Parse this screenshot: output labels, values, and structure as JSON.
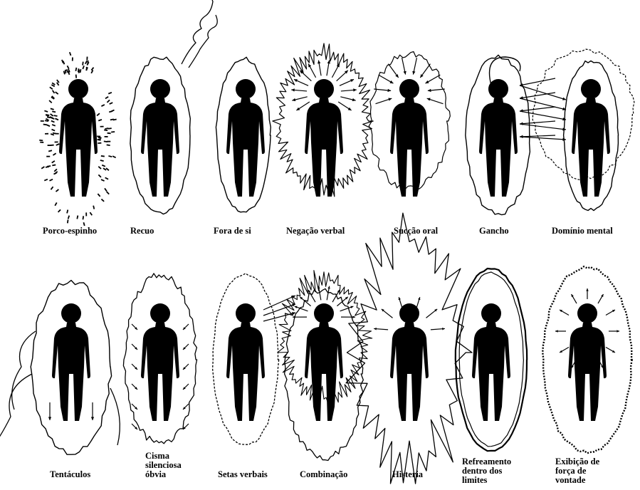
{
  "rows": [
    {
      "figures": [
        {
          "key": "porco-espinho",
          "label": "Porco-espinho",
          "aura": "spikes"
        },
        {
          "key": "recuo",
          "label": "Recuo",
          "aura": "withdrawal"
        },
        {
          "key": "fora-de-si",
          "label": "Fora de si",
          "aura": "offset"
        },
        {
          "key": "negacao-verbal",
          "label": "Negação verbal",
          "aura": "burst"
        },
        {
          "key": "succao-oral",
          "label": "Sucção oral",
          "aura": "suction"
        },
        {
          "key": "gancho",
          "label": "Gancho",
          "aura": "hook"
        },
        {
          "key": "dominio-mental",
          "label": "Domínio mental",
          "aura": "mental"
        }
      ]
    },
    {
      "figures": [
        {
          "key": "tentaculos",
          "label": "Tentáculos",
          "aura": "tentacles"
        },
        {
          "key": "cisma-silenciosa-obvia",
          "label": "Cisma\nsilenciosa\nóbvia",
          "aura": "schism"
        },
        {
          "key": "setas-verbais",
          "label": "Setas verbais",
          "aura": "arrows"
        },
        {
          "key": "combinacao",
          "label": "Combinação",
          "aura": "combination"
        },
        {
          "key": "histeria",
          "label": "Histeria",
          "aura": "hysteria"
        },
        {
          "key": "refreamento-dentro-dos-limites",
          "label": "Refreamento\ndentro dos\nlimites",
          "aura": "restraint"
        },
        {
          "key": "exibicao-de-forca-de-vontade",
          "label": "Exibição de\nforça de\nvontade",
          "aura": "willpower"
        }
      ]
    }
  ],
  "colors": {
    "ink": "#000000",
    "paper": "#ffffff"
  }
}
